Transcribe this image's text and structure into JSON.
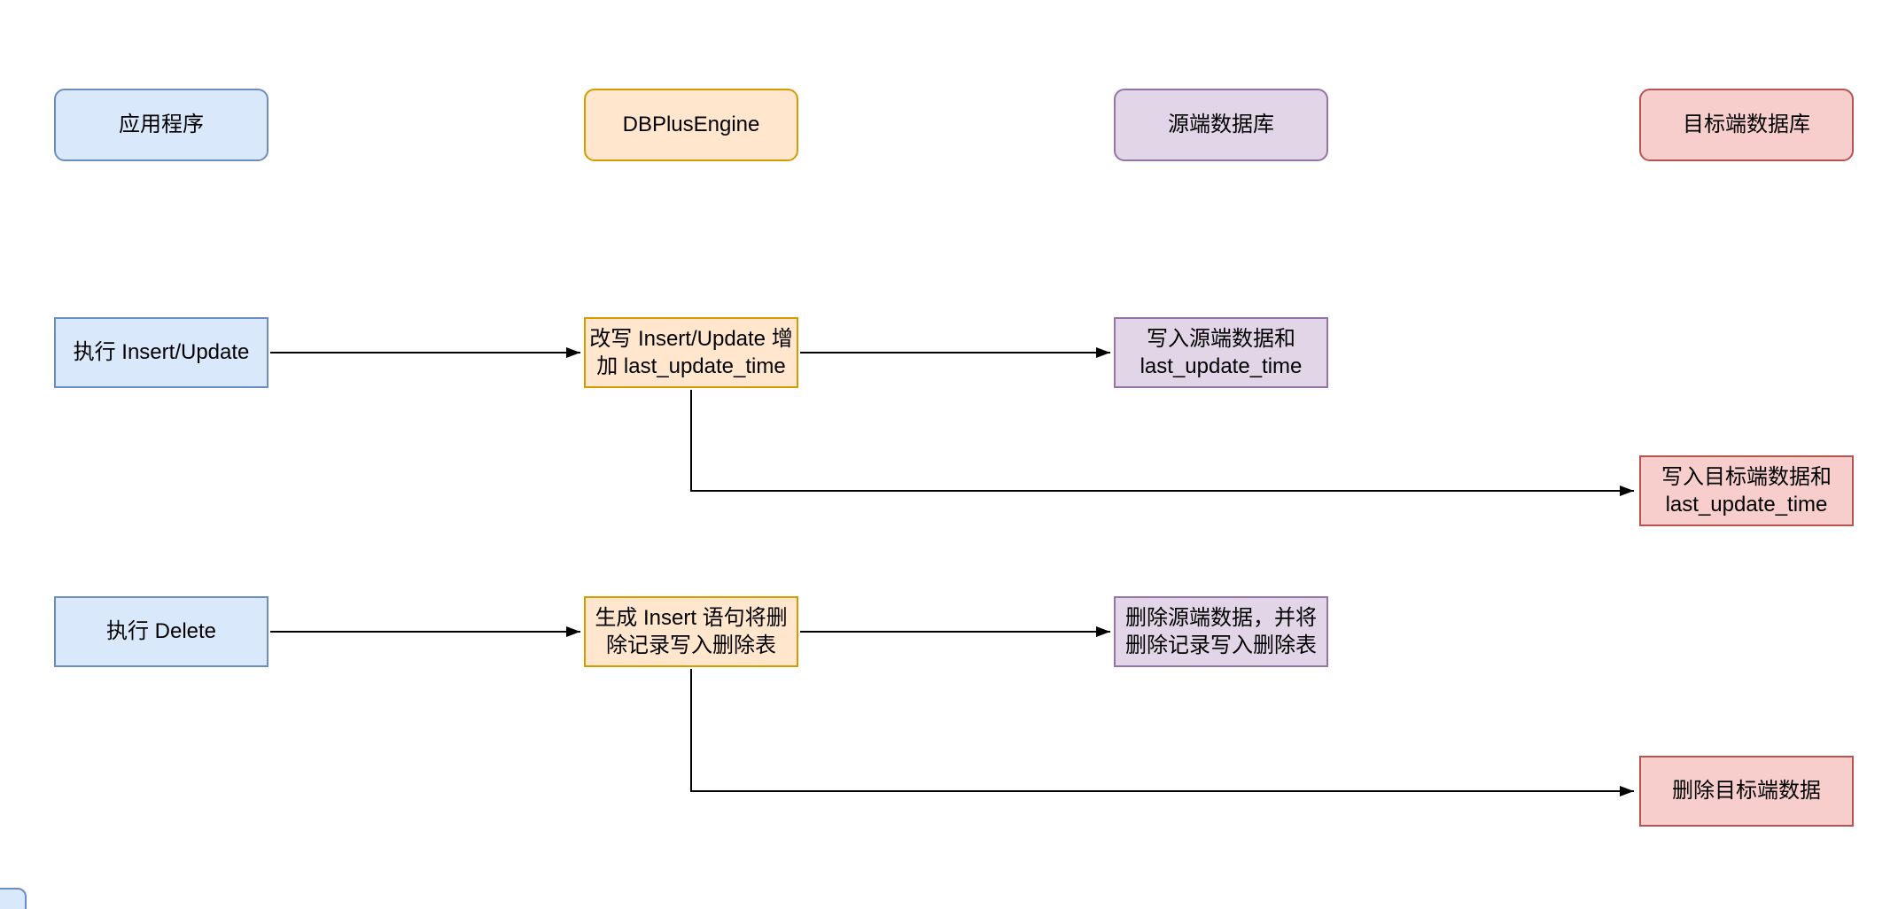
{
  "palette": {
    "background": "#ffffff",
    "blue_fill": "#dae8fc",
    "blue_stroke": "#6c8ebf",
    "orange_fill": "#ffe6cc",
    "orange_stroke": "#d79b00",
    "purple_fill": "#e1d5e7",
    "purple_stroke": "#9673a6",
    "red_fill": "#f8cecc",
    "red_stroke": "#b85450",
    "arrow": "#000000"
  },
  "diagram": {
    "nodes": {
      "header_app": "应用程序",
      "header_engine": "DBPlusEngine",
      "header_source": "源端数据库",
      "header_target": "目标端数据库",
      "exec_insert_update": "执行 Insert/Update",
      "rewrite_insert_update": "改写 Insert/Update 增\n加 last_update_time",
      "write_source": "写入源端数据和\nlast_update_time",
      "write_target": "写入目标端数据和\nlast_update_time",
      "exec_delete": "执行 Delete",
      "gen_insert_delete": "生成 Insert 语句将删\n除记录写入删除表",
      "delete_source": "删除源端数据，并将\n删除记录写入删除表",
      "delete_target": "删除目标端数据"
    },
    "edges": [
      {
        "from": "exec_insert_update",
        "to": "rewrite_insert_update"
      },
      {
        "from": "rewrite_insert_update",
        "to": "write_source"
      },
      {
        "from": "rewrite_insert_update",
        "to": "write_target"
      },
      {
        "from": "exec_delete",
        "to": "gen_insert_delete"
      },
      {
        "from": "gen_insert_delete",
        "to": "delete_source"
      },
      {
        "from": "gen_insert_delete",
        "to": "delete_target"
      }
    ]
  }
}
